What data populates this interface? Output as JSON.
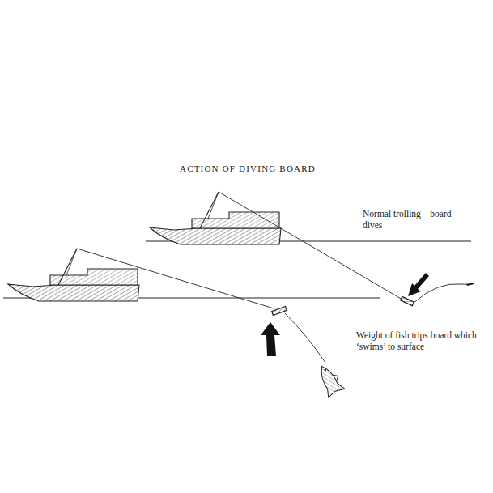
{
  "diagram": {
    "title": "ACTION OF DIVING BOARD",
    "labels": [
      "Normal trolling – board dives",
      "Weight of fish trips board which ‘swims’ to surface"
    ]
  }
}
